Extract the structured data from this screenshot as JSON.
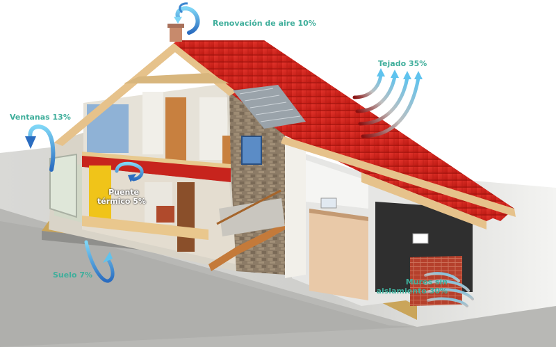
{
  "labels": {
    "air": "Renovación de aire 10%",
    "roof": "Tejado 35%",
    "windows": "Ventanas 13%",
    "bridge_line1": "Puente",
    "bridge_line2": "térmico 5%",
    "floor": "Suelo 7%",
    "walls_line1": "Muros sin",
    "walls_line2": "aislamiento 30%"
  },
  "colors": {
    "label_teal": "#3fae9b",
    "label_white": "#ffffff",
    "roof_red": "#d8231d",
    "arrow_blue": "#3a86d0",
    "arrow_cyan": "#5fc3ee",
    "wall_stone": "#8a7a66",
    "ground": "#c9c9c6"
  },
  "icons": {
    "air": "curved-arrow-icon",
    "roof": "heat-waves-icon",
    "windows": "curved-arrow-icon",
    "bridge": "curved-arrow-icon",
    "floor": "curved-arrow-icon",
    "walls": "heat-waves-icon"
  }
}
